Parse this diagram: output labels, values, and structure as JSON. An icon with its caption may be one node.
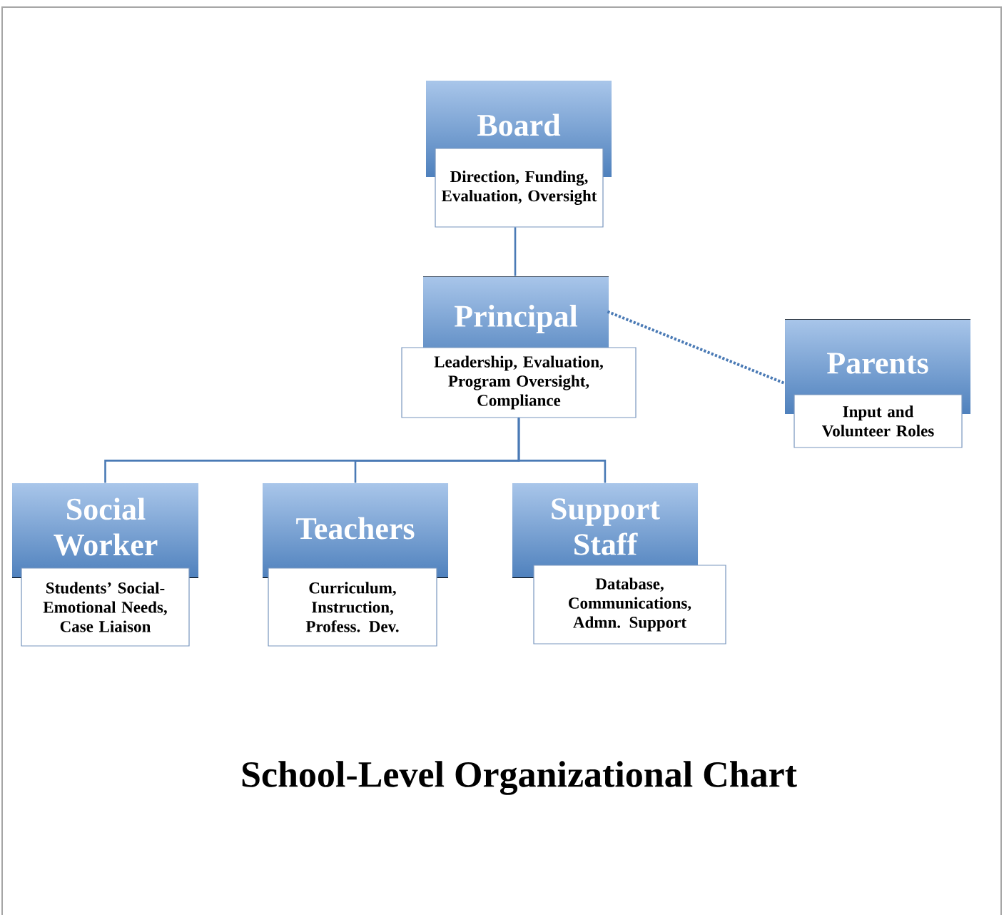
{
  "diagram": {
    "title": "School-Level Organizational Chart",
    "nodes": [
      {
        "text": [
          "Board",
          "Direction, Funding, Evaluation, Oversight"
        ]
      },
      {
        "text": [
          "Principal",
          "Leadership, Evaluation, Program Oversight, Compliance"
        ]
      },
      {
        "text": [
          "Parents",
          "Input and Volunteer Roles"
        ]
      },
      {
        "text": [
          "Social Worker",
          "Students’ Social-Emotional Needs, Case Liaison"
        ]
      },
      {
        "text": [
          "Teachers",
          "Curriculum, Instruction, Profess. Dev."
        ]
      },
      {
        "text": [
          "Support Staff",
          "Database, Communications, Admn. Support"
        ]
      }
    ],
    "edges": [
      {
        "from": 0,
        "to": 1,
        "arrow": "none"
      },
      {
        "from": 1,
        "to": 2,
        "arrow": "none",
        "style": "dashed"
      },
      {
        "from": 1,
        "to": 3,
        "arrow": "none"
      },
      {
        "from": 1,
        "to": 4,
        "arrow": "none"
      },
      {
        "from": 1,
        "to": 5,
        "arrow": "none"
      }
    ]
  }
}
